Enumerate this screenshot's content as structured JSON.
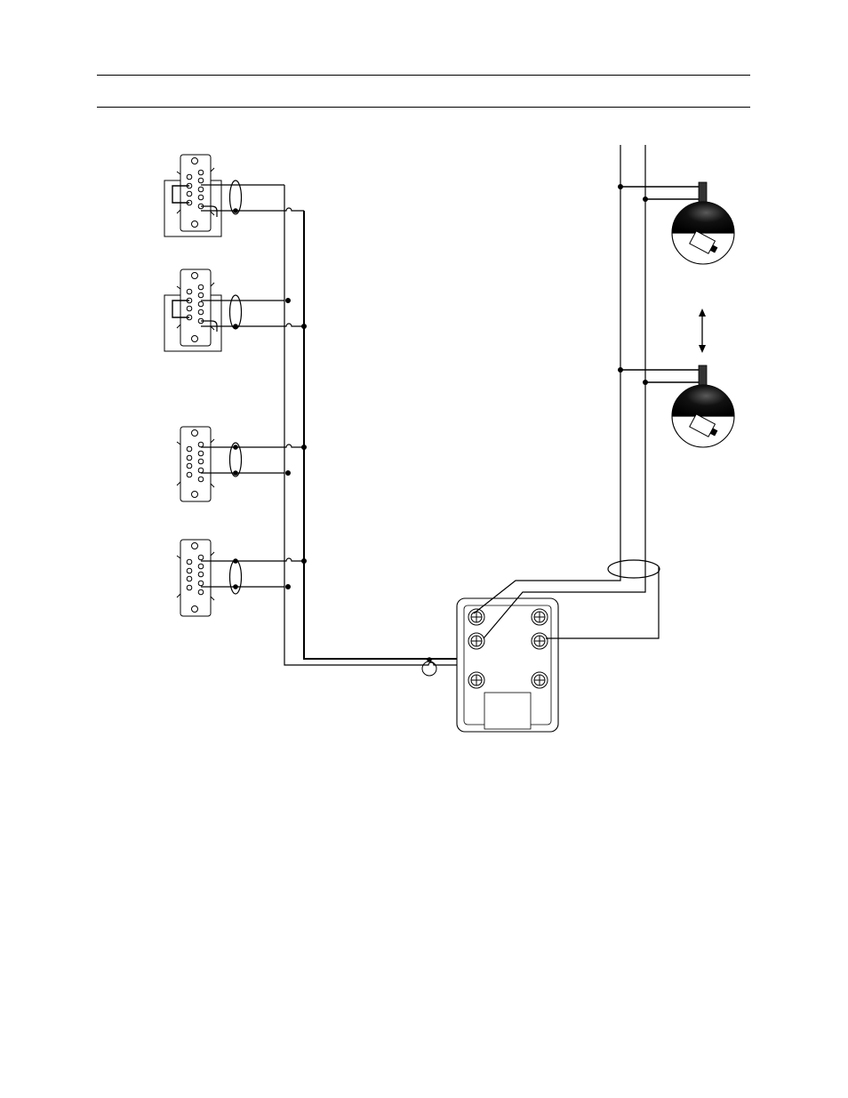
{
  "page": {
    "background": "#ffffff"
  },
  "diagram": {
    "line_color": "#000000",
    "dome_color": "#000000",
    "connector_count": 4,
    "camera_count": 2,
    "terminal_block_screws": 6,
    "icons": {
      "db9": "db9-connector-icon",
      "dome_camera": "dome-camera-icon",
      "terminal_screw": "terminal-screw-icon",
      "double_arrow": "double-arrow-icon"
    }
  }
}
